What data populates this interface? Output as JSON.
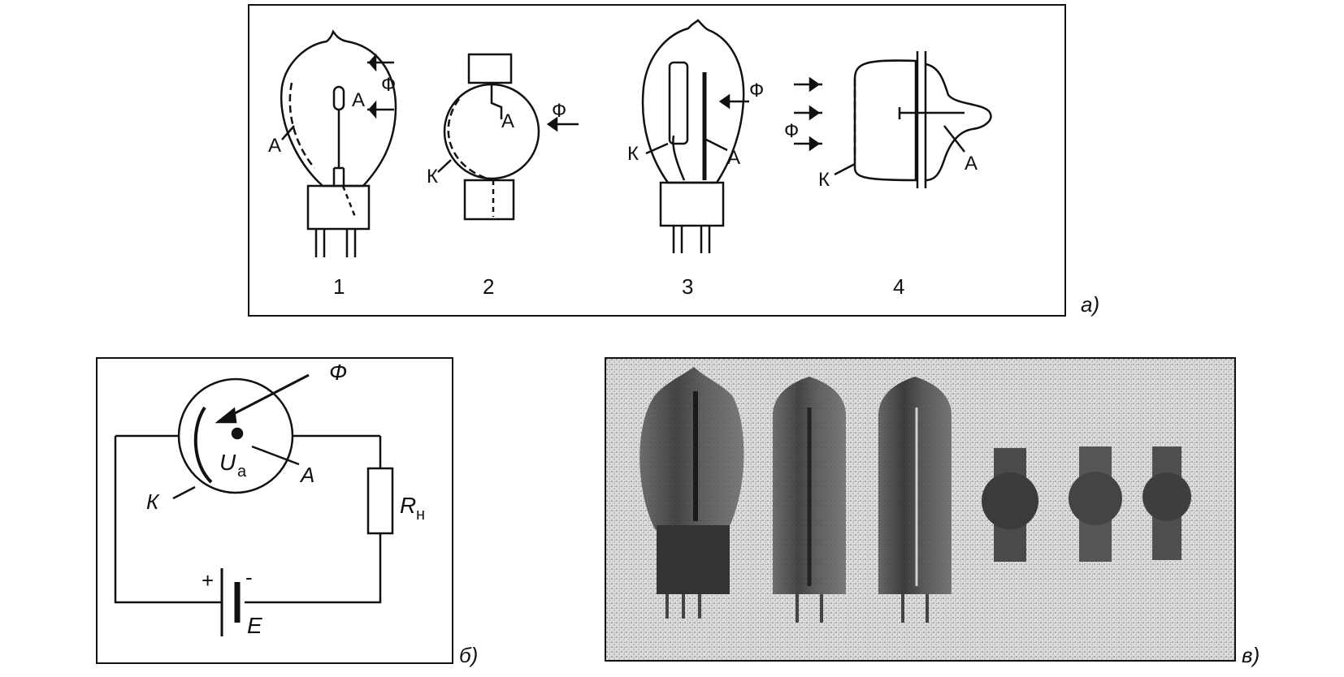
{
  "panel_a": {
    "caption": "а)",
    "item_numbers": [
      "1",
      "2",
      "3",
      "4"
    ],
    "flux": "Ф",
    "anode": "А",
    "cathode": "К"
  },
  "panel_b": {
    "caption": "б)",
    "flux": "Ф",
    "cathode": "К",
    "anode": "А",
    "voltage_main": "U",
    "voltage_sub": "а",
    "resistor_main": "R",
    "resistor_sub": "н",
    "plus": "+",
    "minus": "-",
    "source": "E"
  },
  "panel_c": {
    "caption": "в)"
  }
}
